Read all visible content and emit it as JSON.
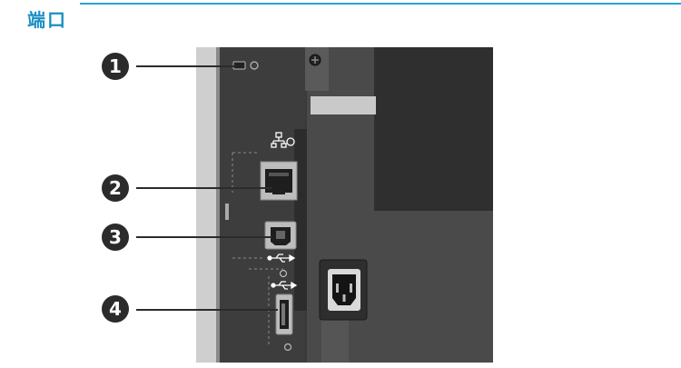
{
  "section": {
    "title": "端口"
  },
  "callouts": [
    {
      "number": "1",
      "part": "security-lock-slot"
    },
    {
      "number": "2",
      "part": "ethernet-port"
    },
    {
      "number": "3",
      "part": "usb-b-port"
    },
    {
      "number": "4",
      "part": "usb-a-port"
    }
  ],
  "icons": [
    "network-icon",
    "usb-icon",
    "power-inlet-icon",
    "screw-icon"
  ],
  "colors": {
    "title": "#1a8fc4",
    "rule": "#2aa3d6",
    "panel": "#3a3a3a",
    "callout": "#2b2b2b"
  }
}
